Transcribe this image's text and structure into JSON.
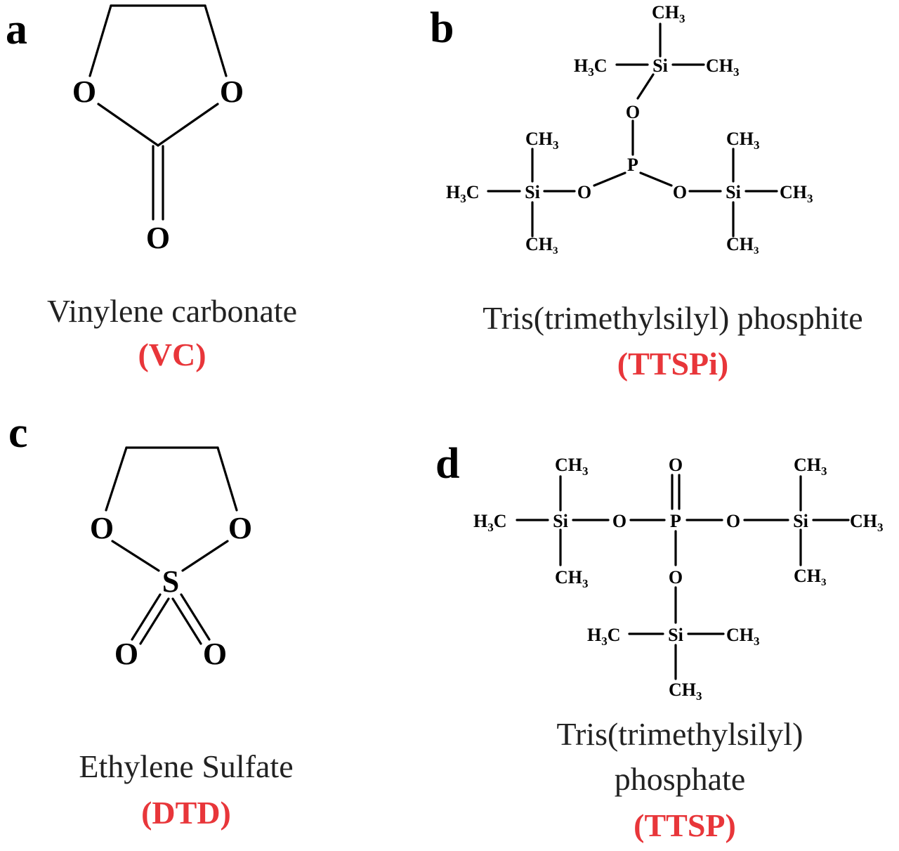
{
  "colors": {
    "abbreviation": "#e8363a",
    "text": "#222222",
    "bond": "#000000"
  },
  "panels": {
    "a": {
      "letter": "a",
      "name": "Vinylene carbonate",
      "abbr": "(VC)",
      "atoms": {
        "o_left": "O",
        "o_right": "O",
        "o_carbonyl": "O"
      }
    },
    "b": {
      "letter": "b",
      "name": "Tris(trimethylsilyl) phosphite",
      "abbr": "(TTSPi)",
      "atoms": {
        "ch3_top": "CH",
        "h3c_top": "H",
        "h3c_top_c": "C",
        "si_top": "Si",
        "ch3_top_r": "CH",
        "o_top": "O",
        "p": "P",
        "ch3_left_up": "CH",
        "h3c_left": "H",
        "h3c_left_c": "C",
        "si_left": "Si",
        "o_left": "O",
        "ch3_left_down": "CH",
        "o_right": "O",
        "si_right": "Si",
        "ch3_right_up": "CH",
        "ch3_right": "CH",
        "ch3_right_down": "CH",
        "sub3": "3"
      }
    },
    "c": {
      "letter": "c",
      "name": "Ethylene Sulfate",
      "abbr": "(DTD)",
      "atoms": {
        "o_left": "O",
        "o_right": "O",
        "s": "S",
        "o_bl": "O",
        "o_br": "O"
      }
    },
    "d": {
      "letter": "d",
      "name_line1": "Tris(trimethylsilyl)",
      "name_line2": "phosphate",
      "abbr": "(TTSP)",
      "atoms": {
        "ch3_l_up": "CH",
        "h3c_l": "H",
        "h3c_l_c": "C",
        "si_l": "Si",
        "ch3_l_down": "CH",
        "o_l": "O",
        "o_top": "O",
        "p": "P",
        "o_r": "O",
        "si_r": "Si",
        "ch3_r_up": "CH",
        "ch3_r": "CH",
        "ch3_r_down": "CH",
        "o_down": "O",
        "h3c_b": "H",
        "h3c_b_c": "C",
        "si_b": "Si",
        "ch3_b_r": "CH",
        "ch3_b_down": "CH",
        "sub3": "3"
      }
    }
  }
}
